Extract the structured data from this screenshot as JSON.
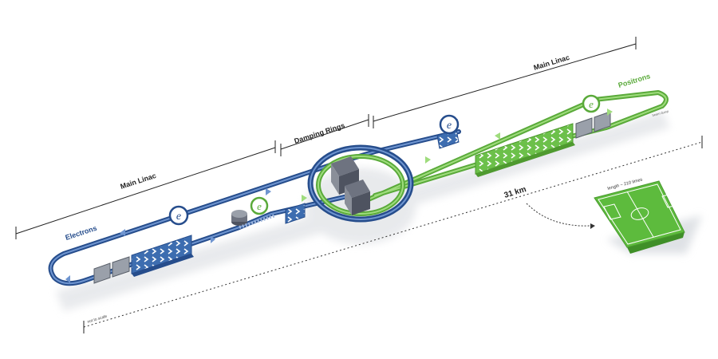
{
  "sections": {
    "main_linac_left": "Main Linac",
    "damping_rings": "Damping Rings",
    "main_linac_right": "Main Linac"
  },
  "beams": {
    "electrons": "Electrons",
    "positrons": "Positrons"
  },
  "particles": {
    "electron_symbol": "e",
    "positron_symbol": "e"
  },
  "scale": {
    "length_label": "31 km",
    "not_to_scale": "not to scale",
    "field_label": "length ~ 210 times",
    "beam_dump": "beam dump"
  },
  "colors": {
    "electron_blue": "#2d5597",
    "positron_green": "#6cc04a",
    "field_green": "#5dbb3d",
    "shadow": "#e7e9ec",
    "module_gray": "#8a8f99"
  }
}
